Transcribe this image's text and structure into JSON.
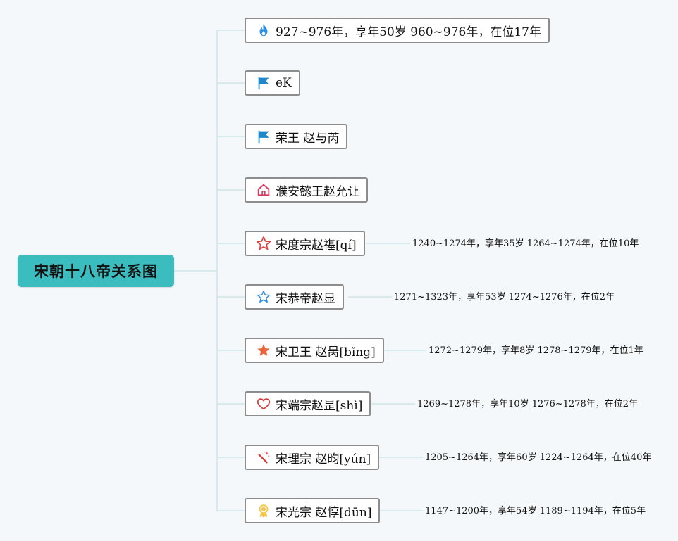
{
  "root": {
    "label": "宋朝十八帝关系图"
  },
  "nodes": [
    {
      "label": "927~976年，享年50岁 960~976年，在位17年",
      "icon": "flame-icon",
      "note": ""
    },
    {
      "label": "eK",
      "icon": "flag-icon",
      "note": ""
    },
    {
      "label": "荣王 赵与芮",
      "icon": "flag-icon",
      "note": ""
    },
    {
      "label": "濮安懿王赵允让",
      "icon": "house-icon",
      "note": ""
    },
    {
      "label": "宋度宗赵禥[qí]",
      "icon": "star-outline-red-icon",
      "note": "1240~1274年，享年35岁 1264~1274年，在位10年"
    },
    {
      "label": "宋恭帝赵显",
      "icon": "star-outline-blue-icon",
      "note": "1271~1323年，享年53岁 1274~1276年，在位2年"
    },
    {
      "label": "宋卫王 赵昺[bǐng]",
      "icon": "star-filled-orange-icon",
      "note": "1272~1279年，享年8岁 1278~1279年，在位1年"
    },
    {
      "label": "宋端宗赵昰[shì]",
      "icon": "heart-icon",
      "note": "1269~1278年，享年10岁 1276~1278年，在位2年"
    },
    {
      "label": "宋理宗 赵昀[yún]",
      "icon": "magic-wand-icon",
      "note": "1205~1264年，享年60岁 1224~1264年，在位40年"
    },
    {
      "label": "宋光宗 赵惇[dūn]",
      "icon": "medal-icon",
      "note": "1147~1200年，享年54岁 1189~1194年，在位5年"
    }
  ],
  "colors": {
    "root_bg": "#3bbcbe",
    "connector": "#cfe6ea",
    "node_border": "#8d8d8d"
  }
}
